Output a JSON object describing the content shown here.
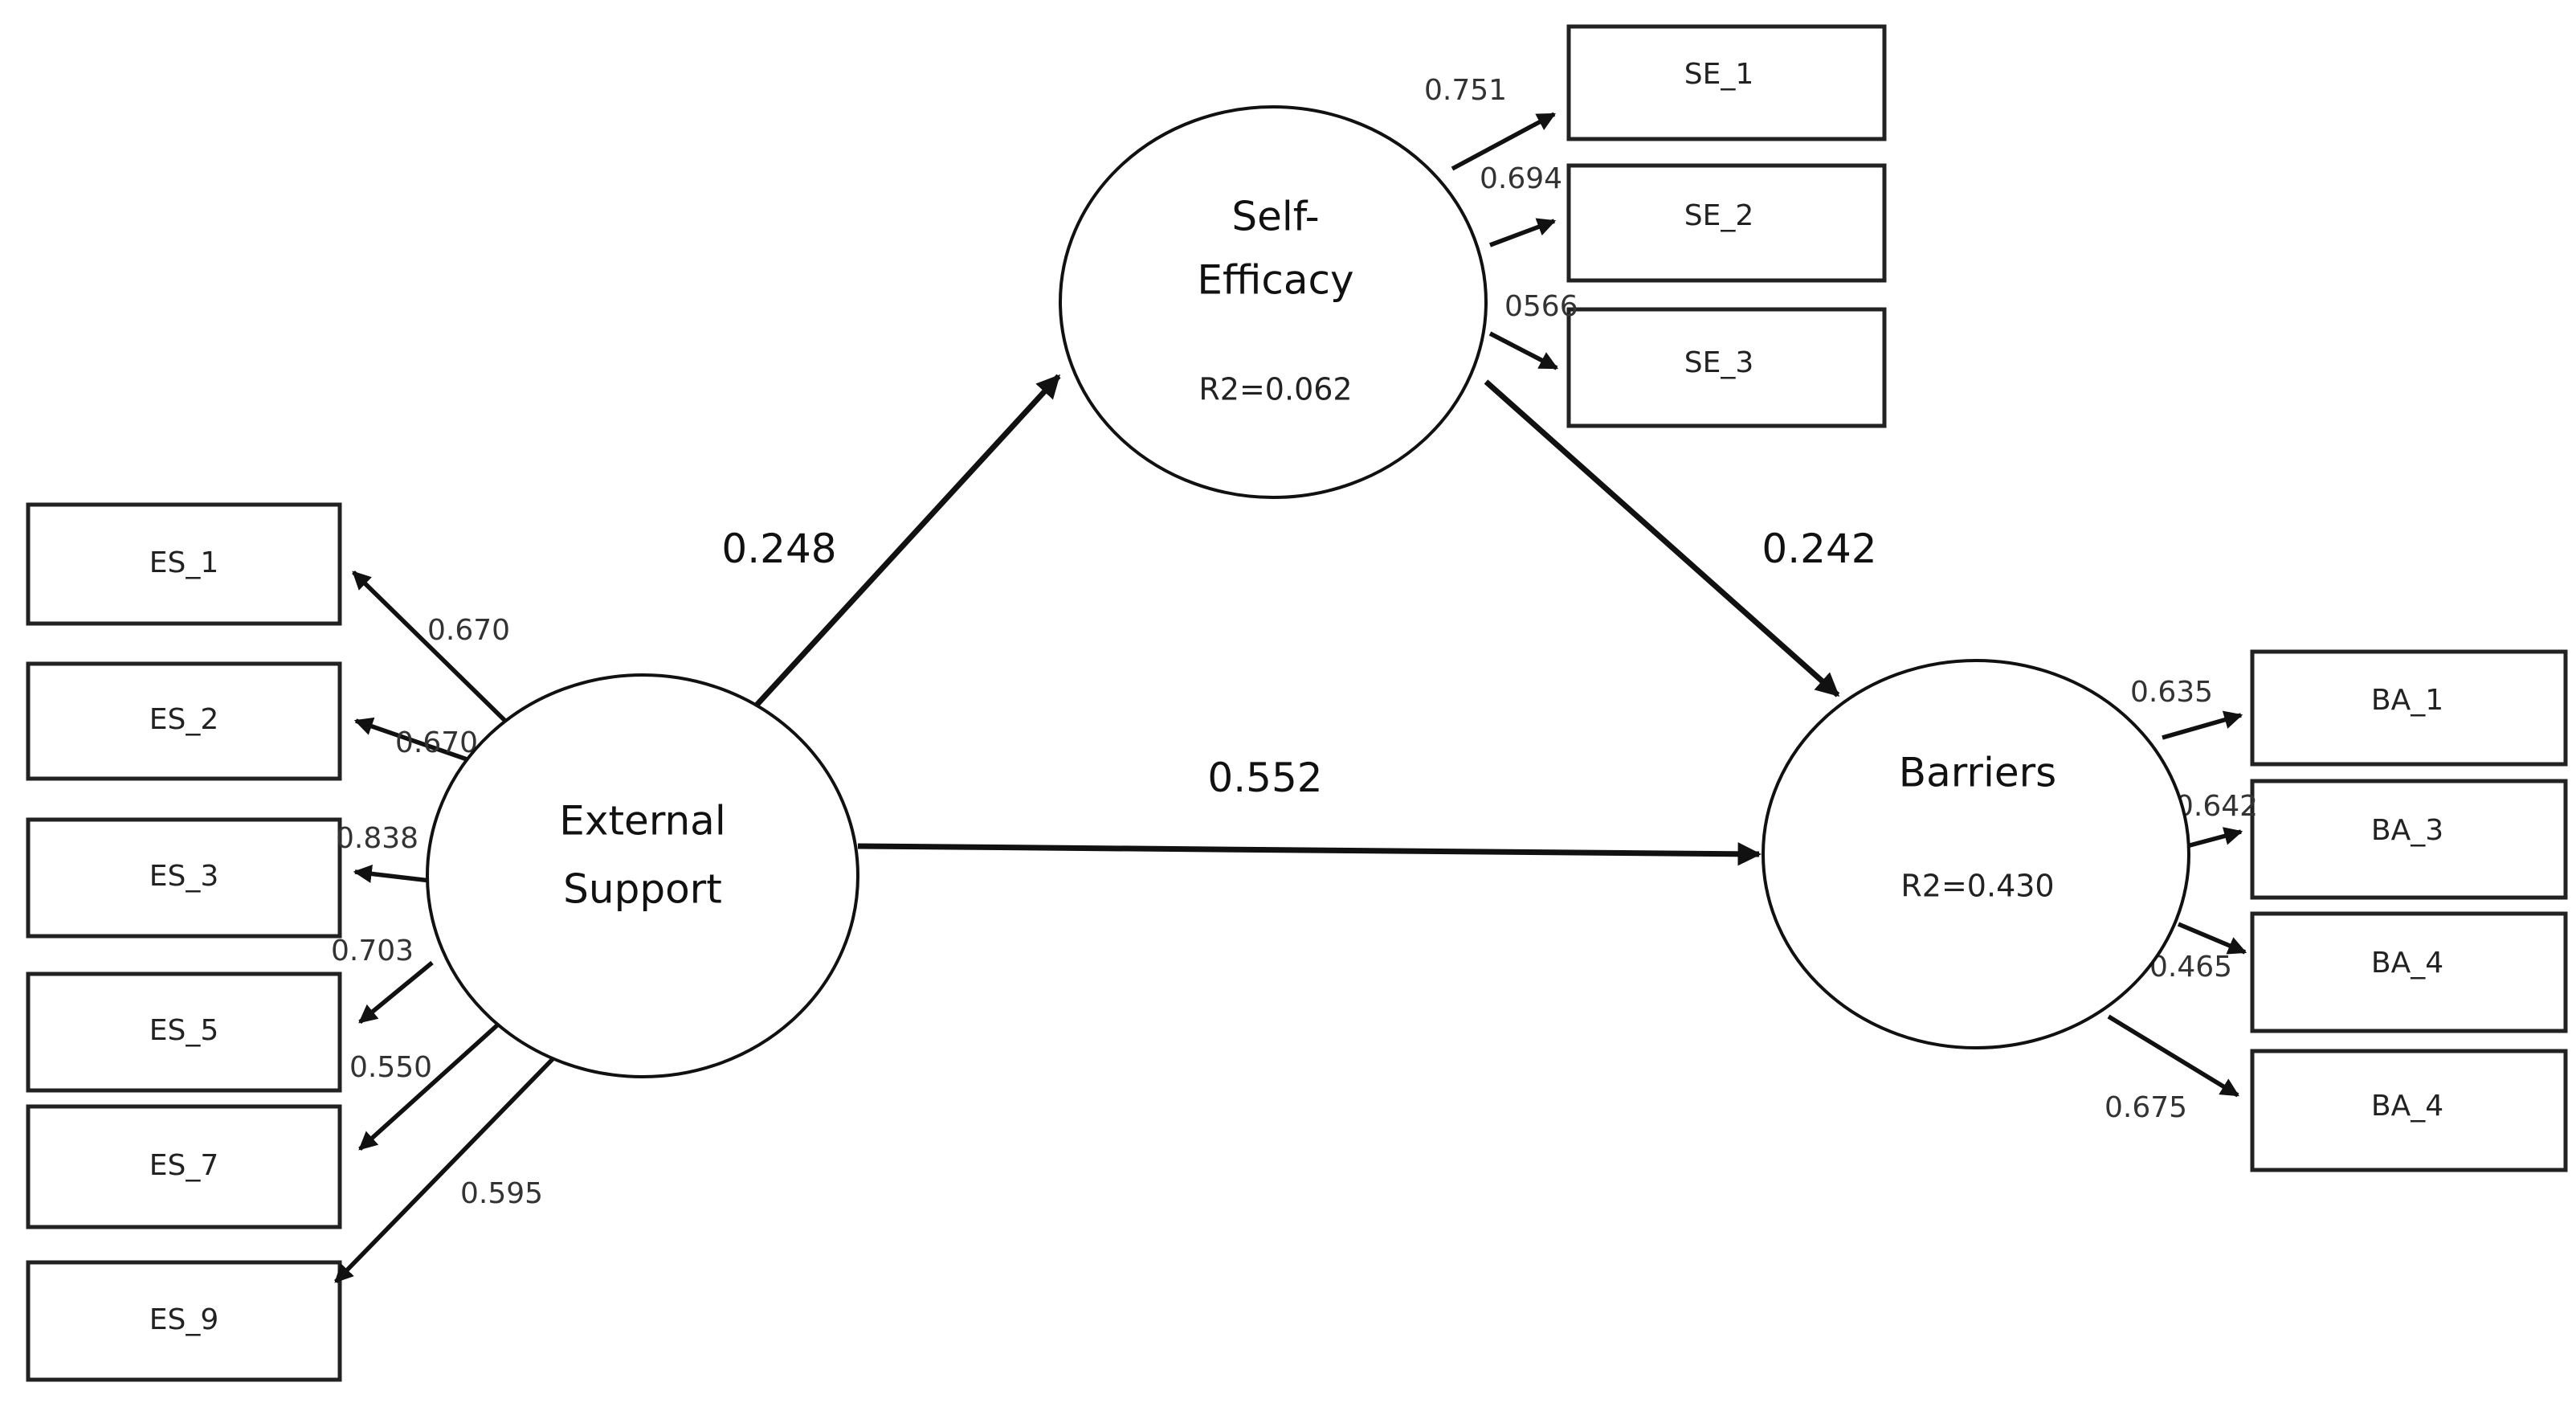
{
  "constructs": {
    "external_support": {
      "line1": "External",
      "line2": "Support"
    },
    "self_efficacy": {
      "line1": "Self-",
      "line2": "Efficacy",
      "r2": "R2=0.062"
    },
    "barriers": {
      "line1": "Barriers",
      "r2": "R2=0.430"
    }
  },
  "paths": {
    "es_to_se": "0.248",
    "se_to_ba": "0.242",
    "es_to_ba": "0.552"
  },
  "indicators": {
    "es": [
      {
        "label": "ES_1",
        "loading": "0.670"
      },
      {
        "label": "ES_2",
        "loading": "0.670"
      },
      {
        "label": "ES_3",
        "loading": "0.838"
      },
      {
        "label": "ES_5",
        "loading": "0.703"
      },
      {
        "label": "ES_7",
        "loading": "0.550"
      },
      {
        "label": "ES_9",
        "loading": "0.595"
      }
    ],
    "se": [
      {
        "label": "SE_1",
        "loading": "0.751"
      },
      {
        "label": "SE_2",
        "loading": "0.694"
      },
      {
        "label": "SE_3",
        "loading": "0566"
      }
    ],
    "ba": [
      {
        "label": "BA_1",
        "loading": "0.635"
      },
      {
        "label": "BA_3",
        "loading": "0.642"
      },
      {
        "label": "BA_4",
        "loading": "0.465"
      },
      {
        "label": "BA_4",
        "loading": "0.675"
      }
    ]
  }
}
